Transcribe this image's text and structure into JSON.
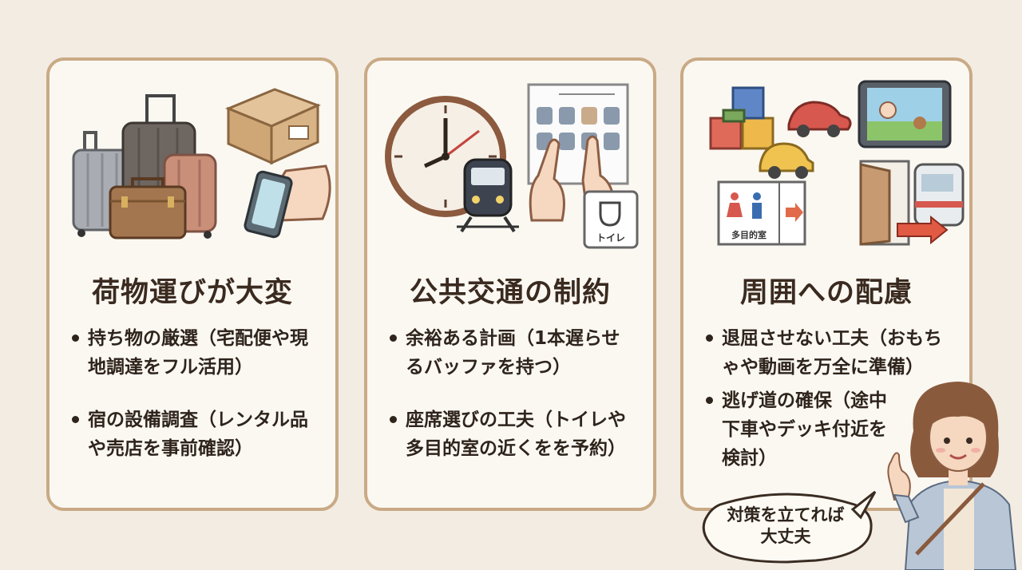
{
  "cards": [
    {
      "title": "荷物運びが大変",
      "bullets": [
        "持ち物の厳選（宅配便や現地調達をフル活用）",
        "宿の設備調査（レンタル品や売店を事前確認）"
      ]
    },
    {
      "title": "公共交通の制約",
      "bullets": [
        "余裕ある計画（1本遅らせるバッファを持つ）",
        "座席選びの工夫（トイレや多目的室の近くをを予約）"
      ],
      "toilet_sign": "トイレ"
    },
    {
      "title": "周囲への配慮",
      "bullets": [
        "退屈させない工夫（おもちゃや動画を万全に準備）",
        "逃げ道の確保（途中下車やデッキ付近を検討）"
      ],
      "multipurpose_sign": "多目的室"
    }
  ],
  "bubble": {
    "line1": "対策を立てれば",
    "line2": "大丈夫"
  },
  "colors": {
    "background": "#f3ece2",
    "card_border": "#c9aa85",
    "card_fill": "#fbf8f2",
    "text": "#2e241c"
  }
}
